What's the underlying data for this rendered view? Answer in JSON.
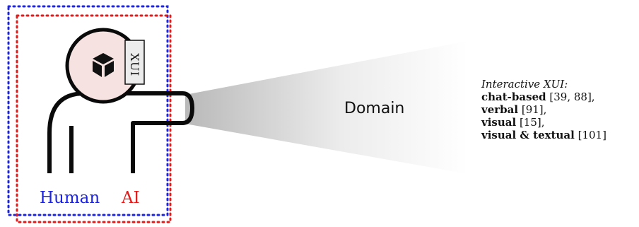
{
  "labels": {
    "human": "Human",
    "ai": "AI",
    "xui": "XUI",
    "domain": "Domain"
  },
  "icons": {
    "head_center": "cube-icon"
  },
  "colors": {
    "human_border": "#1d24e0",
    "ai_border": "#e21b1b",
    "head_fill": "#f6e2e0",
    "figure_stroke": "#0a0a0a"
  },
  "references": {
    "title": "Interactive XUI:",
    "items": [
      {
        "bold": "chat-based",
        "cite": " [39, 88],"
      },
      {
        "bold": "verbal",
        "cite": " [91],"
      },
      {
        "bold": "visual",
        "cite": " [15],"
      },
      {
        "bold": "visual & textual",
        "cite": " [101]"
      }
    ]
  }
}
